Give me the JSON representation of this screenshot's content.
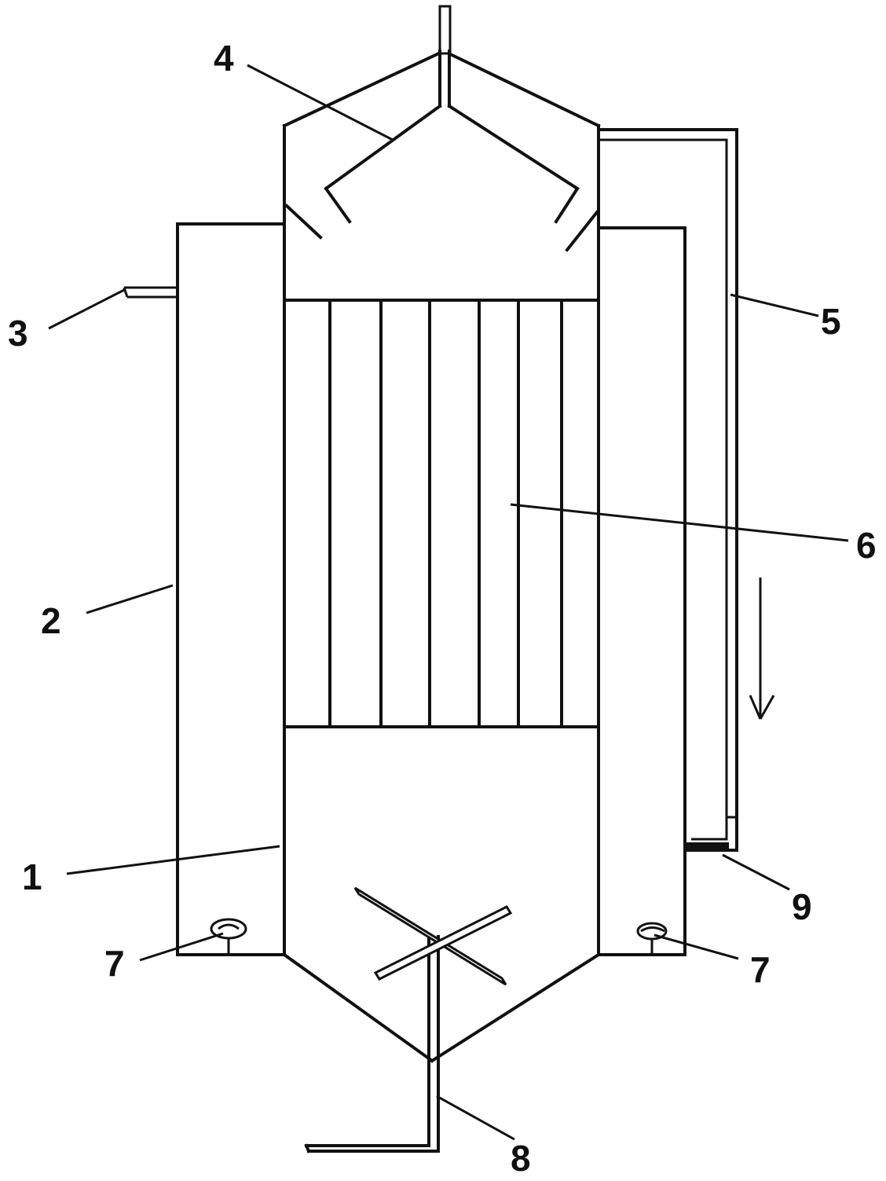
{
  "labels": {
    "l1": "1",
    "l2": "2",
    "l3": "3",
    "l4": "4",
    "l5": "5",
    "l6": "6",
    "l7a": "7",
    "l7b": "7",
    "l8": "8",
    "l9": "9"
  },
  "colors": {
    "line": "#111111",
    "background": "#ffffff"
  },
  "icons": {
    "flow_arrow": "arrow-down-icon"
  }
}
